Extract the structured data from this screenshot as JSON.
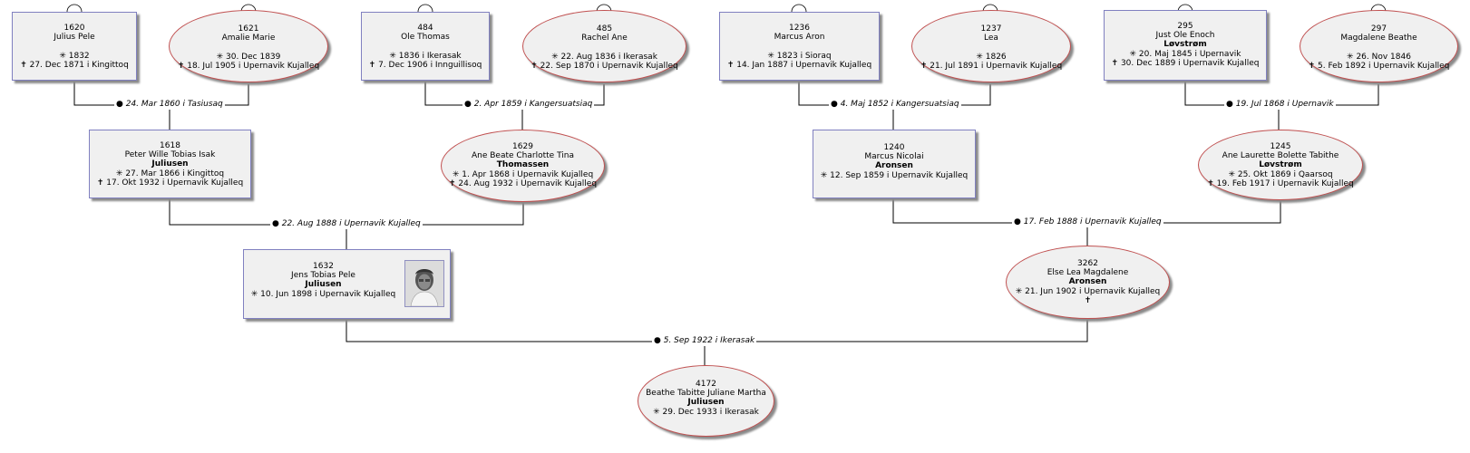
{
  "persons": {
    "p1620": {
      "id": "1620",
      "name": "Julius Pele",
      "surname": "",
      "birth": "✳ 1832",
      "death": "✝ 27. Dec 1871 i  Kingittoq"
    },
    "p1621": {
      "id": "1621",
      "name": "Amalie Marie",
      "surname": "",
      "birth": "✳ 30. Dec 1839",
      "death": "✝ 18. Jul 1905 i  Upernavik Kujalleq"
    },
    "p484": {
      "id": "484",
      "name": "Ole Thomas",
      "surname": "",
      "birth": "✳ 1836 i  Ikerasak",
      "death": "✝ 7. Dec 1906 i  Innguillisoq"
    },
    "p485": {
      "id": "485",
      "name": "Rachel Ane",
      "surname": "",
      "birth": "✳ 22. Aug 1836 i  Ikerasak",
      "death": "✝ 22. Sep 1870 i  Upernavik Kujalleq"
    },
    "p1236": {
      "id": "1236",
      "name": "Marcus Aron",
      "surname": "",
      "birth": "✳ 1823 i  Sioraq",
      "death": "✝ 14. Jan 1887 i  Upernavik Kujalleq"
    },
    "p1237": {
      "id": "1237",
      "name": "Lea",
      "surname": "",
      "birth": "✳ 1826",
      "death": "✝ 21. Jul 1891 i  Upernavik Kujalleq"
    },
    "p295": {
      "id": "295",
      "name": "Just Ole Enoch",
      "surname": "Løvstrøm",
      "birth": "✳ 20. Maj 1845 i  Upernavik",
      "death": "✝ 30. Dec 1889 i  Upernavik Kujalleq"
    },
    "p297": {
      "id": "297",
      "name": "Magdalene Beathe",
      "surname": "",
      "birth": "✳ 26. Nov 1846",
      "death": "✝ 5. Feb 1892 i  Upernavik Kujalleq"
    },
    "p1618": {
      "id": "1618",
      "name": "Peter Wille Tobias Isak",
      "surname": "Juliusen",
      "birth": "✳ 27. Mar 1866 i  Kingittoq",
      "death": "✝ 17. Okt 1932 i  Upernavik Kujalleq"
    },
    "p1629": {
      "id": "1629",
      "name": "Ane Beate Charlotte Tina",
      "surname": "Thomassen",
      "birth": "✳ 1. Apr 1868 i  Upernavik Kujalleq",
      "death": "✝ 24. Aug 1932 i  Upernavik Kujalleq"
    },
    "p1240": {
      "id": "1240",
      "name": "Marcus Nicolai",
      "surname": "Aronsen",
      "birth": "✳ 12. Sep 1859 i  Upernavik Kujalleq",
      "death": ""
    },
    "p1245": {
      "id": "1245",
      "name": "Ane Laurette Bolette Tabithe",
      "surname": "Løvstrøm",
      "birth": "✳ 25. Okt 1869 i  Qaarsoq",
      "death": "✝ 19. Feb 1917 i  Upernavik Kujalleq"
    },
    "p1632": {
      "id": "1632",
      "name": "Jens Tobias Pele",
      "surname": "Juliusen",
      "birth": "✳ 10. Jun 1898 i  Upernavik Kujalleq",
      "death": ""
    },
    "p3262": {
      "id": "3262",
      "name": "Else Lea Magdalene",
      "surname": "Aronsen",
      "birth": "✳ 21. Jun 1902 i  Upernavik Kujalleq",
      "death": "✝"
    },
    "p4172": {
      "id": "4172",
      "name": "Beathe Tabitte Juliane Martha",
      "surname": "Juliusen",
      "birth": "✳ 29. Dec 1933 i  Ikerasak",
      "death": ""
    }
  },
  "marriages": {
    "m1": "24. Mar 1860 i  Tasiusaq",
    "m2": "2. Apr 1859 i  Kangersuatsiaq",
    "m3": "4. Maj 1852 i  Kangersuatsiaq",
    "m4": "19. Jul 1868 i  Upernavik",
    "m5": "22. Aug 1888 i  Upernavik Kujalleq",
    "m6": "17. Feb 1888 i  Upernavik Kujalleq",
    "m7": "5. Sep 1922 i  Ikerasak"
  },
  "colors": {
    "male_border": "#8080c0",
    "female_border": "#c05050",
    "box_fill": "#f0f0f0",
    "connector": "#000000"
  },
  "icons": {
    "birth": "asterisk-birth-icon",
    "death": "cross-death-icon",
    "expand": "expand-ancestors-arc-icon",
    "marriage": "marriage-dot-icon"
  }
}
